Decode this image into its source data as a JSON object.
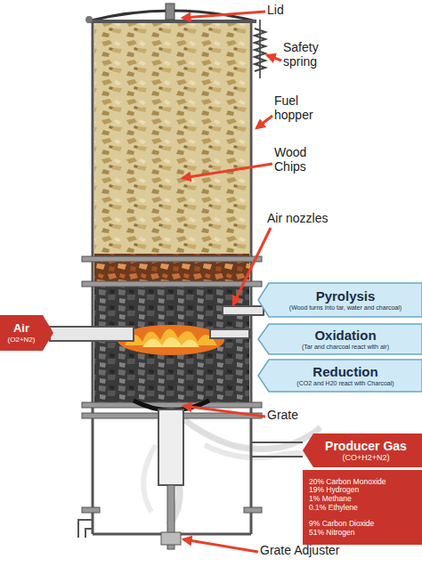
{
  "diagram": {
    "nodes": [
      {
        "text": [
          "Pyrolysis",
          "(Wood turns into tar, water and charcoal)"
        ]
      },
      {
        "text": [
          "Air",
          "(O2+N2)"
        ]
      },
      {
        "text": [
          "Oxidation",
          "(Tar and charcoal react with air)"
        ]
      },
      {
        "text": [
          "Reduction",
          "(CO2 and H20 react with Charcoal)"
        ]
      },
      {
        "text": [
          "Producer Gas",
          "(CO+H2+N2)"
        ]
      },
      {
        "text": [
          "20% Carbon Monoxide",
          "19% Hydrogen",
          "1% Methane",
          "0.1% Ethylene",
          "9% Carbon Dioxide",
          "51% Nitrogen"
        ]
      }
    ],
    "labels": [
      "Lid",
      "Safety spring",
      "Fuel hopper",
      "Wood Chips",
      "Air nozzles",
      "Grate",
      "Grate Adjuster"
    ]
  }
}
